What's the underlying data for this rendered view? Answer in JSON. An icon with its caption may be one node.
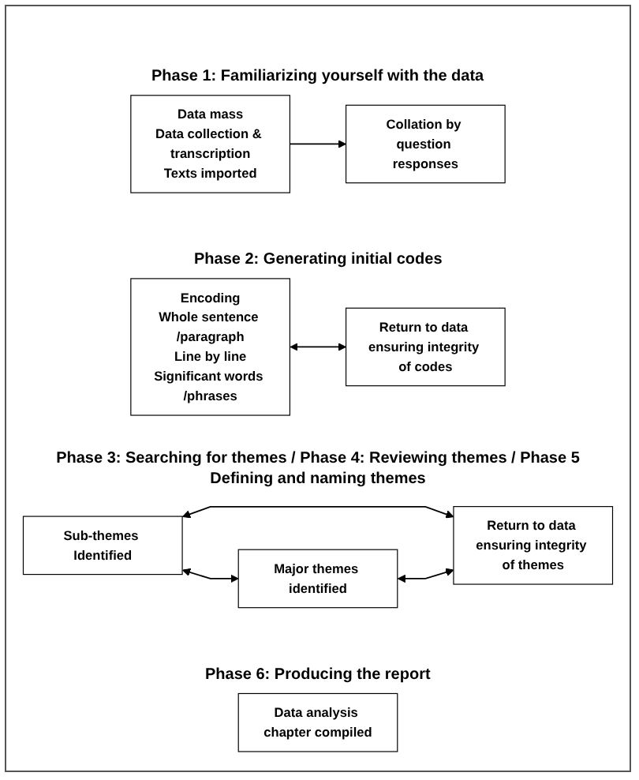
{
  "diagram": {
    "nodes": [
      {
        "text": [
          "Data mass",
          "Data collection & transcription",
          "Texts imported"
        ]
      },
      {
        "text": [
          "Collation by question responses"
        ]
      },
      {
        "text": [
          "Encoding",
          "Whole sentence /paragraph",
          "Line by line",
          "Significant words /phrases"
        ]
      },
      {
        "text": [
          "Return to data ensuring integrity of codes"
        ]
      },
      {
        "text": [
          "Sub-themes Identified"
        ]
      },
      {
        "text": [
          "Return to data ensuring integrity of themes"
        ]
      },
      {
        "text": [
          "Major themes identified"
        ]
      },
      {
        "text": [
          "Data analysis chapter compiled"
        ]
      }
    ],
    "edges": [
      {
        "from": 0,
        "to": 1,
        "arrow": "to"
      },
      {
        "from": 2,
        "to": 3,
        "arrow": "both"
      },
      {
        "from": 4,
        "to": 5,
        "arrow": "both"
      },
      {
        "from": 4,
        "to": 6,
        "arrow": "both"
      },
      {
        "from": 6,
        "to": 5,
        "arrow": "both"
      }
    ],
    "labels": [
      "Phase 1: Familiarizing yourself with the data",
      "Phase 2: Generating initial codes",
      "Phase 3: Searching for themes / Phase 4: Reviewing themes / Phase 5 Defining and naming themes",
      "Phase 6: Producing the report"
    ]
  }
}
